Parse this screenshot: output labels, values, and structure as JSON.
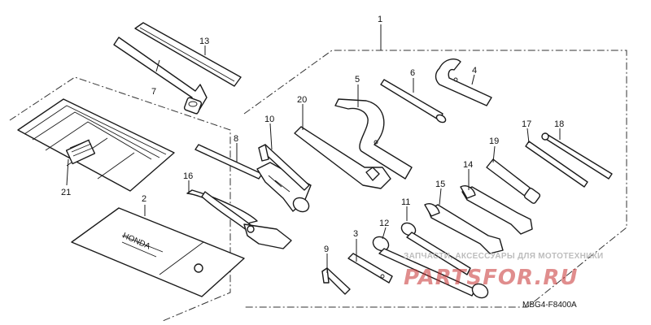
{
  "callouts": {
    "c1": "1",
    "c2": "2",
    "c3": "3",
    "c4": "4",
    "c5": "5",
    "c6": "6",
    "c7": "7",
    "c8": "8",
    "c9": "9",
    "c10": "10",
    "c11": "11",
    "c12": "12",
    "c13": "13",
    "c15": "15",
    "c16": "16",
    "c17": "17",
    "c18": "18",
    "c19": "19",
    "c20": "20",
    "c21": "21",
    "c14": "14"
  },
  "diagram_code": "MBG4-F8400A",
  "watermark": {
    "tagline": "ЗАПЧАСТИ, АКСЕССУАРЫ ДЛЯ МОТОТЕХНИКИ",
    "brand": "PARTSFOR.RU"
  },
  "colors": {
    "ink": "#1a1a1a",
    "watermark_red": "#c63030",
    "watermark_gray": "#bdbdbd"
  }
}
